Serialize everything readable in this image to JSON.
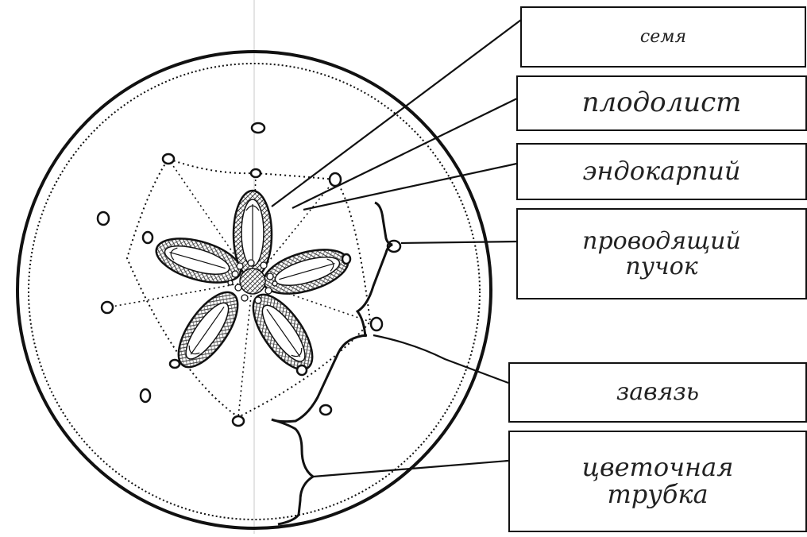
{
  "labels": {
    "seed": "семя",
    "carpel": "плодолист",
    "endocarp": "эндокарпий",
    "vascular_bundle": "проводящий пучок",
    "ovary": "завязь",
    "floral_tube": "цветочная трубка"
  }
}
